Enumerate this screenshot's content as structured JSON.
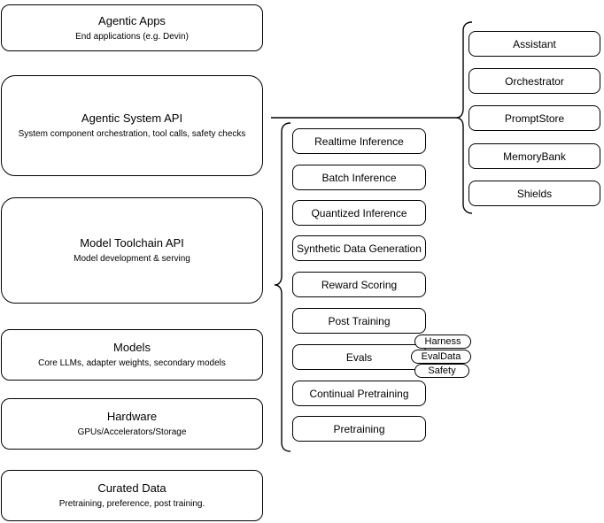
{
  "diagram": {
    "layers": [
      {
        "title": "Agentic Apps",
        "subtitle": "End applications (e.g. Devin)"
      },
      {
        "title": "Agentic System API",
        "subtitle": "System component orchestration, tool calls, safety checks"
      },
      {
        "title": "Model Toolchain API",
        "subtitle": "Model development & serving"
      },
      {
        "title": "Models",
        "subtitle": "Core LLMs, adapter weights, secondary models"
      },
      {
        "title": "Hardware",
        "subtitle": "GPUs/Accelerators/Storage"
      },
      {
        "title": "Curated Data",
        "subtitle": "Pretraining, preference, post training."
      }
    ],
    "toolchain_services": [
      "Realtime Inference",
      "Batch Inference",
      "Quantized Inference",
      "Synthetic Data Generation",
      "Reward Scoring",
      "Post Training",
      "Evals",
      "Continual Pretraining",
      "Pretraining"
    ],
    "eval_tags": [
      "Harness",
      "EvalData",
      "Safety"
    ],
    "system_components": [
      "Assistant",
      "Orchestrator",
      "PromptStore",
      "MemoryBank",
      "Shields"
    ],
    "colors": {
      "stroke": "#000000",
      "background": "#ffffff",
      "text": "#000000"
    }
  }
}
